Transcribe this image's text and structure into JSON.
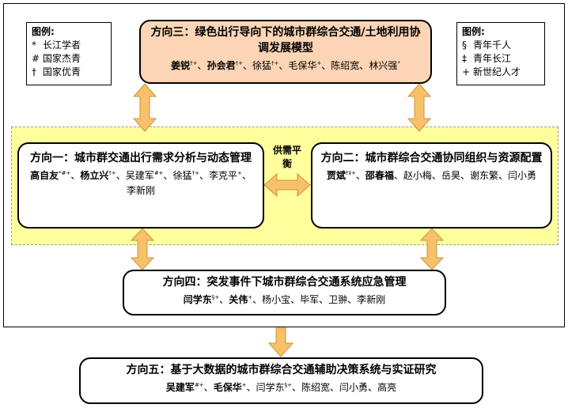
{
  "legend_left": {
    "title": "图例:",
    "items": [
      {
        "sym": "*",
        "label": "长江学者"
      },
      {
        "sym": "#",
        "label": "国家杰青"
      },
      {
        "sym": "†",
        "label": "国家优青"
      }
    ]
  },
  "legend_right": {
    "title": "图例:",
    "items": [
      {
        "sym": "§",
        "label": "青年千人"
      },
      {
        "sym": "‡",
        "label": "青年长江"
      },
      {
        "sym": "+",
        "label": "新世纪人才"
      }
    ]
  },
  "dir3": {
    "title": "方向三：绿色出行导向下的城市群综合交通/土地利用协调发展模型",
    "people": [
      {
        "name": "姜锐",
        "sup": "†+",
        "bold": true
      },
      {
        "name": "孙会君",
        "sup": "†+",
        "bold": true
      },
      {
        "name": "徐猛",
        "sup": "†+"
      },
      {
        "name": "毛保华",
        "sup": "+"
      },
      {
        "name": "陈绍宽",
        "sup": ""
      },
      {
        "name": "林兴强",
        "sup": "*"
      }
    ]
  },
  "dir1": {
    "title": "方向一：城市群交通出行需求分析与动态管理",
    "people": [
      {
        "name": "高自友",
        "sup": "*#+",
        "bold": true
      },
      {
        "name": "杨立兴",
        "sup": "†+",
        "bold": true
      },
      {
        "name": "吴建军",
        "sup": "#+"
      },
      {
        "name": "徐猛",
        "sup": "†+"
      },
      {
        "name": "李克平",
        "sup": "+"
      },
      {
        "name": "李新刚",
        "sup": ""
      }
    ]
  },
  "dir2": {
    "title": "方向二：城市群综合交通协同组织与资源配置",
    "people": [
      {
        "name": "贾斌",
        "sup": "†‡+",
        "bold": true
      },
      {
        "name": "邵春福",
        "sup": "",
        "bold": true
      },
      {
        "name": "赵小梅",
        "sup": ""
      },
      {
        "name": "岳昊",
        "sup": ""
      },
      {
        "name": "谢东繁",
        "sup": ""
      },
      {
        "name": "闫小勇",
        "sup": ""
      }
    ]
  },
  "supply_demand": "供需平衡",
  "dir4": {
    "title": "方向四：突发事件下城市群综合交通系统应急管理",
    "people": [
      {
        "name": "闫学东",
        "sup": "§+",
        "bold": true
      },
      {
        "name": "关伟",
        "sup": "+",
        "bold": true
      },
      {
        "name": "杨小宝",
        "sup": ""
      },
      {
        "name": "毕军",
        "sup": ""
      },
      {
        "name": "卫翀",
        "sup": ""
      },
      {
        "name": "李新刚",
        "sup": ""
      }
    ]
  },
  "dir5": {
    "title": "方向五：基于大数据的城市群综合交通辅助决策系统与实证研究",
    "people": [
      {
        "name": "吴建军",
        "sup": "#+",
        "bold": true
      },
      {
        "name": "毛保华",
        "sup": "+",
        "bold": true
      },
      {
        "name": "闫学东",
        "sup": "§+"
      },
      {
        "name": "陈绍宽",
        "sup": ""
      },
      {
        "name": "闫小勇",
        "sup": ""
      },
      {
        "name": "高亮",
        "sup": ""
      }
    ]
  },
  "colors": {
    "arrow": "#f9c06a",
    "dir3_fill": "#fbd5b5",
    "zone": "#ffff9e"
  }
}
